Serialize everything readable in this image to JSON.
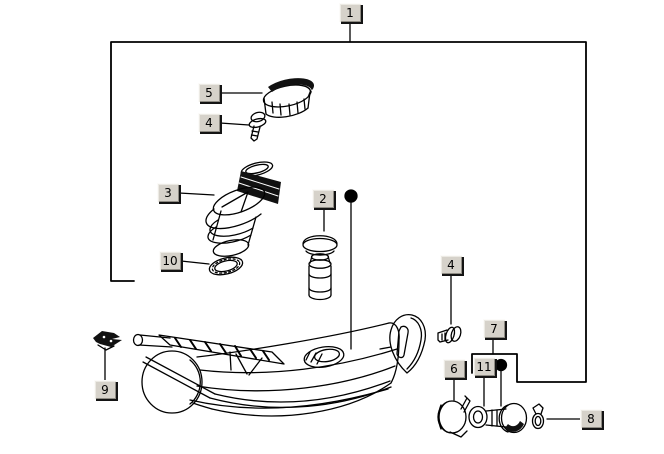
{
  "diagram": {
    "type": "exploded-parts-diagram",
    "background": "#ffffff",
    "line_color": "#000000",
    "label_box": {
      "fill": "#d6d2ca",
      "highlight_color": "#fcfbf9",
      "shadow_color": "#141414",
      "text_color": "#000000"
    },
    "labels": {
      "l1": "1",
      "l2": "2",
      "l3": "3",
      "l4a": "4",
      "l4b": "4",
      "l5": "5",
      "l6": "6",
      "l7": "7",
      "l8": "8",
      "l9": "9",
      "l10": "10",
      "l11": "11"
    },
    "markers": {
      "bullet_near_part2": "filled-black-circle",
      "bullet_near_part11": "filled-black-circle"
    }
  }
}
